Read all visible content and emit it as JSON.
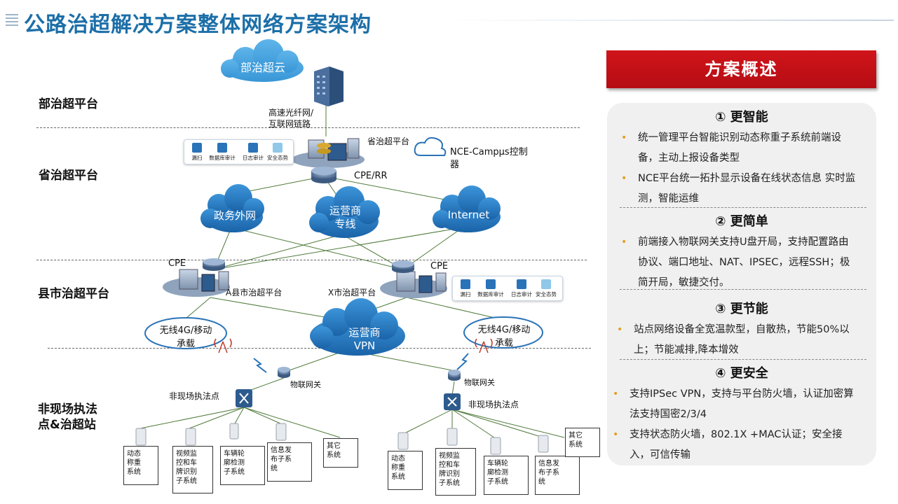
{
  "title": "公路治超解决方案整体网络方案架构",
  "tiers": {
    "t1": "部治超平台",
    "t2": "省治超平台",
    "t3": "县市治超平台",
    "t4_line1": "非现场执法",
    "t4_line2": "点&治超站"
  },
  "diagram": {
    "cloud_top": "部治超云",
    "link_line1": "高速光纤网/",
    "link_line2": "互联网链路",
    "province_platform": "省治超平台",
    "nce_line1": "NCE-Campμs控制",
    "nce_line2": "器",
    "cpe_rr": "CPE/RR",
    "cloud_gov": "政务外网",
    "cloud_carrier_line1": "运营商",
    "cloud_carrier_line2": "专线",
    "cloud_internet": "Internet",
    "cpe_left": "CPE",
    "cpe_right": "CPE",
    "county_a": "A县市治超平台",
    "county_x": "X市治超平台",
    "cloud_vpn_line1": "运营商",
    "cloud_vpn_line2": "VPN",
    "wireless_left_line1": "无线4G/移动",
    "wireless_left_line2": "承载",
    "wireless_right_line1": "无线4G/移动",
    "wireless_right_line2": "承载",
    "iot_gw_left": "物联网关",
    "iot_gw_right": "物联网关",
    "site_left": "非现场执法点",
    "site_right": "非现场执法点",
    "tools": [
      "漏扫",
      "数据库审计",
      "日志审计",
      "安全态势"
    ],
    "left_boxes": [
      "动态\n称重\n系统",
      "视频监\n控和车\n牌识别\n子系统",
      "车辆轮\n廓检测\n子系统",
      "信息发\n布子系\n统",
      "其它\n系统"
    ],
    "right_boxes": [
      "动态\n称重\n系统",
      "视频监\n控和车\n牌识别\n子系统",
      "车辆轮\n廓检测\n子系统",
      "信息发\n布子系\n统",
      "其它\n系统"
    ]
  },
  "panel": {
    "header": "方案概述",
    "sections": [
      {
        "title": "① 更智能",
        "bullets": [
          "统一管理平台智能识别动态称重子系统前端设备，主动上报设备类型",
          "NCE平台统一拓扑显示设备在线状态信息  实时监测，智能运维"
        ]
      },
      {
        "title": "② 更简单",
        "bullets": [
          "前端接入物联网关支持U盘开局，支持配置路由协议、端口地址、NAT、IPSEC，远程SSH；极简开局，敏捷交付。"
        ]
      },
      {
        "title": "③ 更节能",
        "bullets": [
          "站点网络设备全宽温款型，自散热，节能50%以上；节能减排,降本增效"
        ]
      },
      {
        "title": "④ 更安全",
        "bullets": [
          "支持IPSec VPN，支持与平台防火墙，认证加密算法支持国密2/3/4",
          "支持状态防火墙，802.1X +MAC认证；安全接入，可信传输"
        ]
      }
    ]
  },
  "colors": {
    "title_blue": "#1c6fa8",
    "cloud_blue": "#1f72b8",
    "header_red": "#c8111a",
    "bullet_gold": "#e0a020"
  }
}
